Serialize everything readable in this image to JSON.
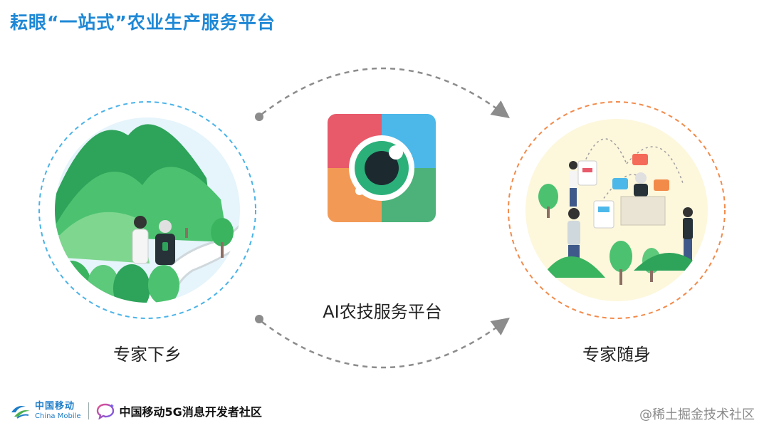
{
  "title": "耘眼“一站式”农业生产服务平台",
  "nodes": {
    "left_label": "专家下乡",
    "center_label": "AI农技服务平台",
    "right_label": "专家随身"
  },
  "footer": {
    "brand_cn": "中国移动",
    "brand_en": "China Mobile",
    "community": "中国移动5G消息开发者社区"
  },
  "watermark": "@稀土掘金技术社区",
  "colors": {
    "title": "#1e88d6",
    "left_ring": "#4ab3e8",
    "right_ring": "#f28a4a",
    "arrow": "#8c8c8c",
    "app_red": "#e85a6a",
    "app_blue": "#4cb8ea",
    "app_orange": "#f29a55",
    "app_green": "#4cb27a"
  }
}
